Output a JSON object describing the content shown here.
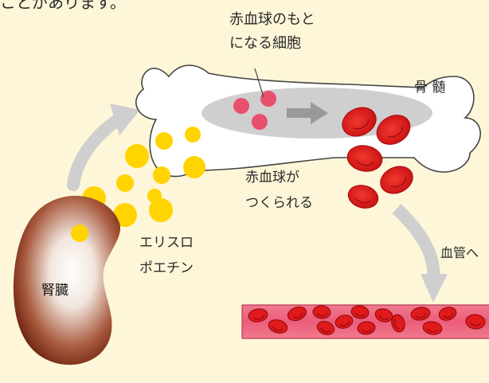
{
  "labels": {
    "top_clipped": "ことがあります。",
    "precursor_line1": "赤血球のもと",
    "precursor_line2": "になる細胞",
    "bone_marrow": "骨 髄",
    "rbc_made_line1": "赤血球が",
    "rbc_made_line2": "つくられる",
    "epo_line1": "エリスロ",
    "epo_line2": "ポエチン",
    "kidney": "腎臓",
    "to_vessel": "血管へ"
  },
  "colors": {
    "background": "#fdf6d8",
    "epo_yellow": "#ffd400",
    "rbc_red": "#e0191b",
    "precursor_pink": "#e8506e",
    "vessel_pink": "#e85a78",
    "arrow_gray": "#c8c8c8",
    "kidney_brown": "#7a2a14"
  },
  "icons": {
    "bone": "bone-shape",
    "kidney": "kidney-shape",
    "blood_vessel": "blood-vessel-shape",
    "rbc": "red-blood-cell",
    "epo": "erythropoietin-dot"
  }
}
